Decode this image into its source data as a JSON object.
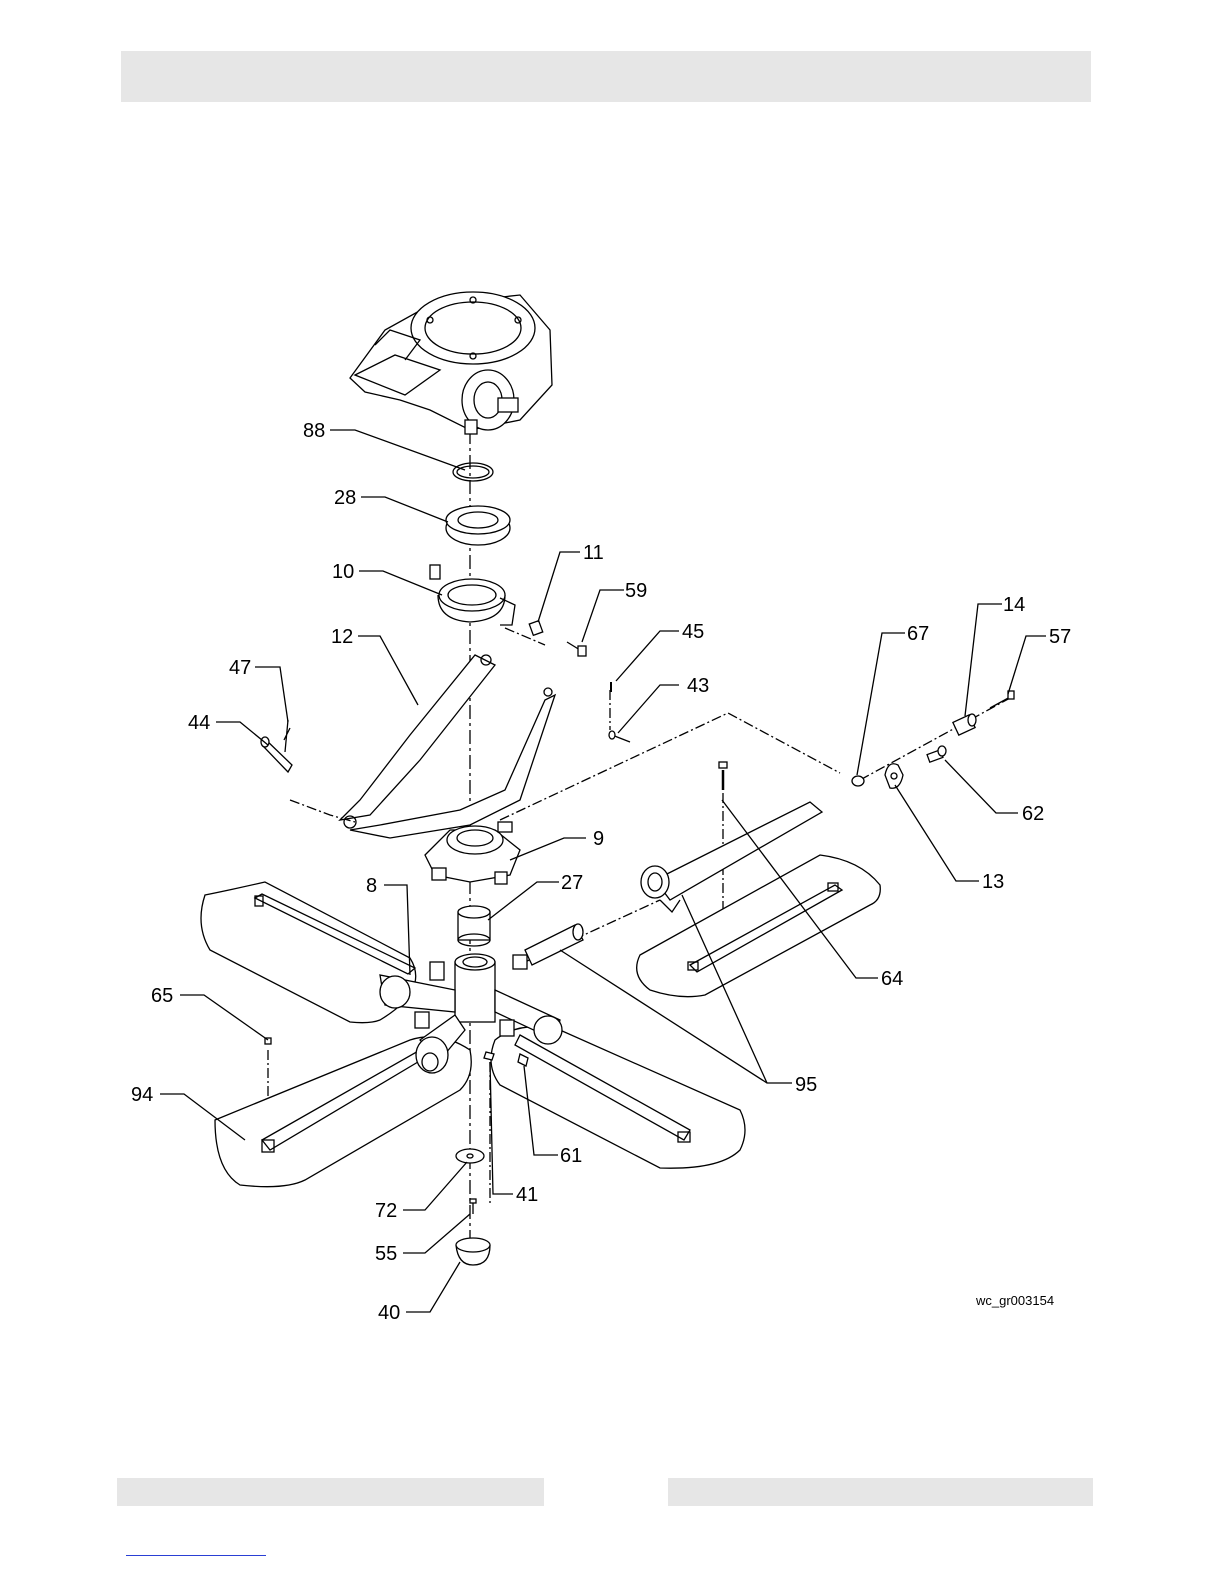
{
  "diagram": {
    "reference_code": "wc_gr003154",
    "callouts": [
      "88",
      "28",
      "10",
      "11",
      "59",
      "12",
      "47",
      "44",
      "45",
      "43",
      "67",
      "14",
      "57",
      "62",
      "13",
      "9",
      "27",
      "8",
      "64",
      "65",
      "95",
      "94",
      "61",
      "41",
      "72",
      "55",
      "40"
    ]
  }
}
